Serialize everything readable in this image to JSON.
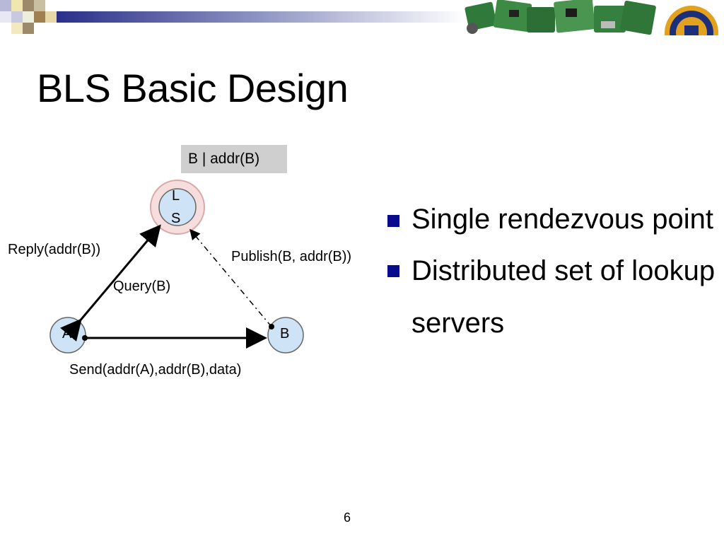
{
  "slide": {
    "title": "BLS Basic Design",
    "page_number": "6"
  },
  "diagram": {
    "lookup_entry": "B  | addr(B)",
    "server_label_line1": "L",
    "server_label_line2": "S",
    "node_a": "A",
    "node_b": "B",
    "reply_label": "Reply(addr(B))",
    "query_label": "Query(B)",
    "publish_label": "Publish(B, addr(B))",
    "send_label": "Send(addr(A),addr(B),data)"
  },
  "bullets": [
    {
      "text": "Single rendezvous point"
    },
    {
      "text": "Distributed set of lookup servers"
    }
  ],
  "colors": {
    "bullet": "#0a0a8c",
    "node_fill": "#cfe3f7",
    "server_ring": "#f6dede",
    "lookup_box": "#cfcfcf"
  }
}
